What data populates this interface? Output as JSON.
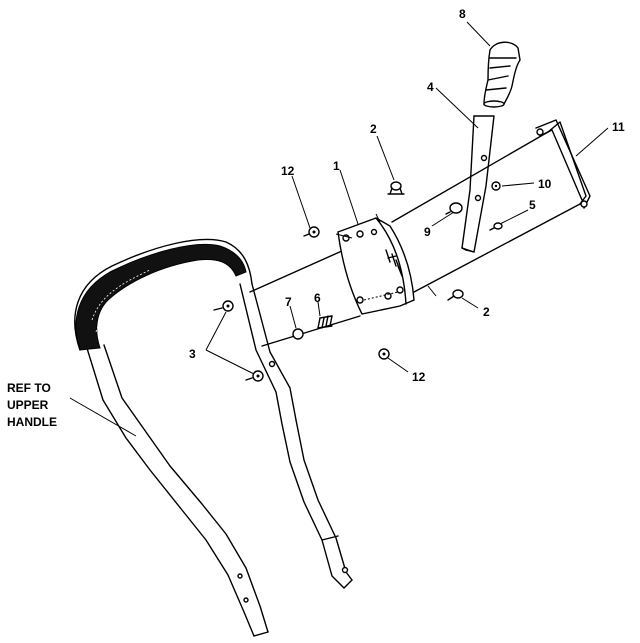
{
  "labels": {
    "part_1": "1",
    "part_2_top": "2",
    "part_2_bottom": "2",
    "part_3": "3",
    "part_4": "4",
    "part_5": "5",
    "part_6": "6",
    "part_7": "7",
    "part_8": "8",
    "part_9": "9",
    "part_10": "10",
    "part_11": "11",
    "part_12_top": "12",
    "part_12_bottom": "12",
    "ref_line1": "REF TO",
    "ref_line2": "UPPER",
    "ref_line3": "HANDLE"
  }
}
